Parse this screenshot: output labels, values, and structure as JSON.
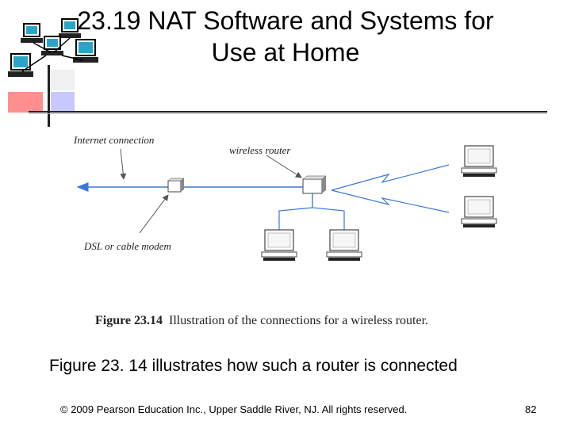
{
  "slide": {
    "title_line1": "23.19  NAT Software and Systems for",
    "title_line2": "Use at Home"
  },
  "diagram": {
    "labels": {
      "internet_connection": "Internet connection",
      "wireless_router": "wireless router",
      "modem": "DSL or cable modem"
    },
    "caption_number": "Figure 23.14",
    "caption_text": "Illustration of the connections for a wireless router."
  },
  "body_text": "Figure 23. 14 illustrates how such a router is connected",
  "footer": {
    "copyright": "© 2009 Pearson Education Inc., Upper Saddle River, NJ. All rights reserved.",
    "page_number": "82"
  },
  "colors": {
    "connection_line": "#3b78d8",
    "arrow": "#555555"
  },
  "icons": [
    "computer-network-logo-icon",
    "desktop-computer-icon",
    "modem-icon",
    "router-icon"
  ]
}
